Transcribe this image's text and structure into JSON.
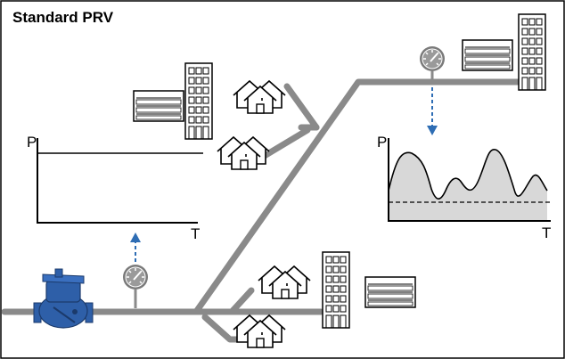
{
  "title": "Standard PRV",
  "left_chart": {
    "y_label": "P",
    "x_label": "T"
  },
  "right_chart": {
    "y_label": "P",
    "x_label": "T"
  },
  "icons": [
    "pressure-gauge-icon",
    "building-icon",
    "house-icon",
    "valve-icon"
  ],
  "colors": {
    "pipe": "#8a8a8a",
    "valve": "#2e5fa8",
    "arrow": "#2e6db4",
    "curve_fill": "#d8d8d8"
  }
}
